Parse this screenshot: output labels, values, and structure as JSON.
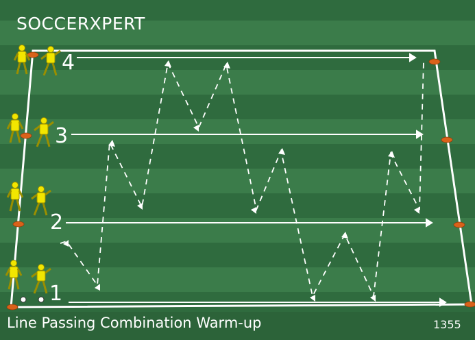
{
  "brand": {
    "logo_text": "SOCCERXPERT"
  },
  "caption": "Line Passing Combination Warm-up",
  "drill_code": "1355",
  "lanes": [
    {
      "label": "4"
    },
    {
      "label": "3"
    },
    {
      "label": "2"
    },
    {
      "label": "1"
    }
  ],
  "colors": {
    "field_dark": "#2f6b3e",
    "field_light": "#3b7c4a",
    "lines": "#ffffff",
    "cone": "#d9621a",
    "player": "#f2e600"
  }
}
